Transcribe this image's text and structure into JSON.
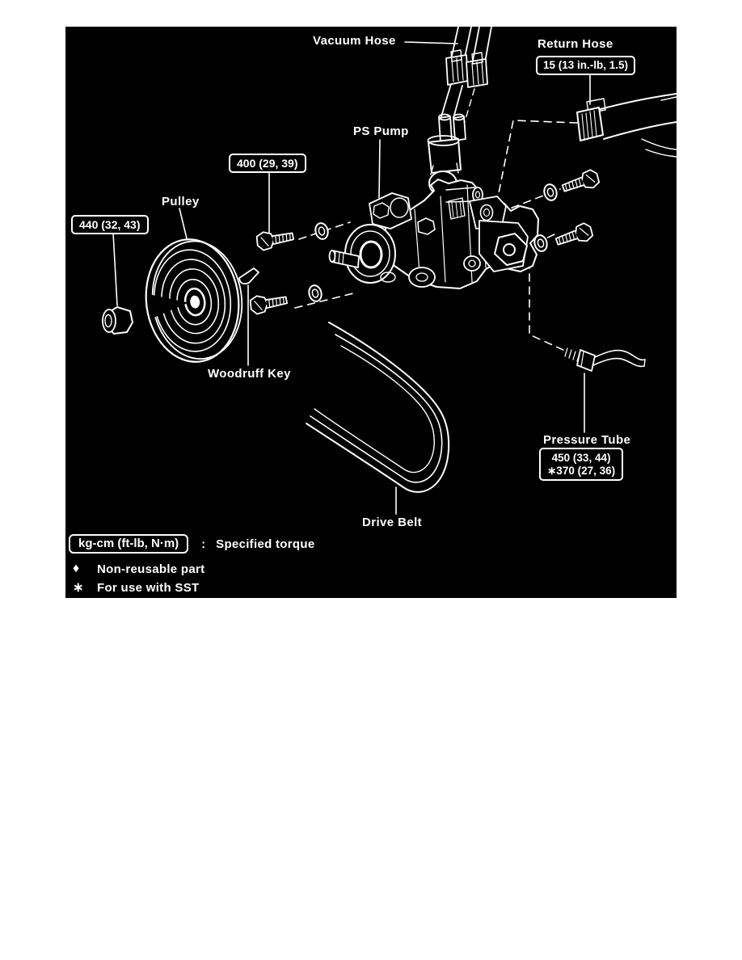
{
  "colors": {
    "page": "#ffffff",
    "panel_background": "#000000",
    "line": "#ffffff"
  },
  "labels": {
    "vacuum_hose": "Vacuum Hose",
    "return_hose": "Return Hose",
    "ps_pump": "PS Pump",
    "pulley": "Pulley",
    "woodruff_key": "Woodruff Key",
    "drive_belt": "Drive Belt",
    "pressure_tube": "Pressure Tube"
  },
  "torques": {
    "return_hose": "15 (13 in.-lb, 1.5)",
    "pump_bolt": "400 (29, 39)",
    "pulley_nut": "440 (32, 43)",
    "pressure_tube": [
      "450 (33, 44)",
      "∗370 (27, 36)"
    ]
  },
  "legend": {
    "unit_box": "kg-cm (ft-lb, N·m)",
    "separator": ":",
    "torque_meaning": "Specified torque",
    "diamond_symbol": "♦",
    "diamond_meaning": "Non-reusable part",
    "star_symbol": "∗",
    "star_meaning": "For use with SST"
  }
}
